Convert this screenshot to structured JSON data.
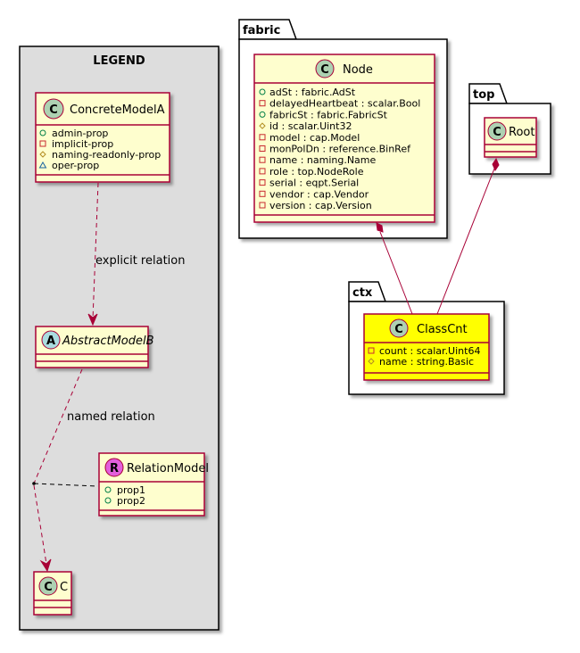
{
  "legend": {
    "title": "LEGEND",
    "concrete_model": {
      "letter": "C",
      "name": "ConcreteModelA",
      "attrs": [
        {
          "vis": "+",
          "text": "admin-prop"
        },
        {
          "vis": "-",
          "text": "implicit-prop"
        },
        {
          "vis": "#",
          "text": "naming-readonly-prop"
        },
        {
          "vis": "~",
          "text": "oper-prop"
        }
      ]
    },
    "abstract_model": {
      "letter": "A",
      "name": "AbstractModelB"
    },
    "relation_model": {
      "letter": "R",
      "name": "RelationModel",
      "attrs": [
        {
          "vis": "+",
          "text": "prop1"
        },
        {
          "vis": "+",
          "text": "prop2"
        }
      ]
    },
    "c_model": {
      "letter": "C",
      "name": "C"
    },
    "explicit_relation_label": "explicit relation",
    "named_relation_label": "named relation"
  },
  "packages": {
    "fabric": {
      "name": "fabric",
      "class": {
        "letter": "C",
        "name": "Node",
        "attrs": [
          {
            "vis": "+",
            "text": "adSt : fabric.AdSt"
          },
          {
            "vis": "-",
            "text": "delayedHeartbeat : scalar.Bool"
          },
          {
            "vis": "+",
            "text": "fabricSt : fabric.FabricSt"
          },
          {
            "vis": "#",
            "text": "id : scalar.Uint32"
          },
          {
            "vis": "-",
            "text": "model : cap.Model"
          },
          {
            "vis": "-",
            "text": "monPolDn : reference.BinRef"
          },
          {
            "vis": "-",
            "text": "name : naming.Name"
          },
          {
            "vis": "-",
            "text": "role : top.NodeRole"
          },
          {
            "vis": "-",
            "text": "serial : eqpt.Serial"
          },
          {
            "vis": "-",
            "text": "vendor : cap.Vendor"
          },
          {
            "vis": "-",
            "text": "version : cap.Version"
          }
        ]
      }
    },
    "top": {
      "name": "top",
      "class": {
        "letter": "C",
        "name": "Root"
      }
    },
    "ctx": {
      "name": "ctx",
      "class": {
        "letter": "C",
        "name": "ClassCnt",
        "attrs": [
          {
            "vis": "-",
            "text": "count : scalar.Uint64"
          },
          {
            "vis": "#",
            "text": "name : string.Basic"
          }
        ]
      }
    }
  },
  "colors": {
    "class_fill": "#FEFECE",
    "class_border": "#A80036",
    "highlight_fill": "#FFFF00",
    "legend_fill": "#DDDDDD",
    "circle_c": "#ADD1B2",
    "circle_a": "#A9DCDF",
    "circle_r": "#E25FDB",
    "relation_line": "#A80036"
  }
}
